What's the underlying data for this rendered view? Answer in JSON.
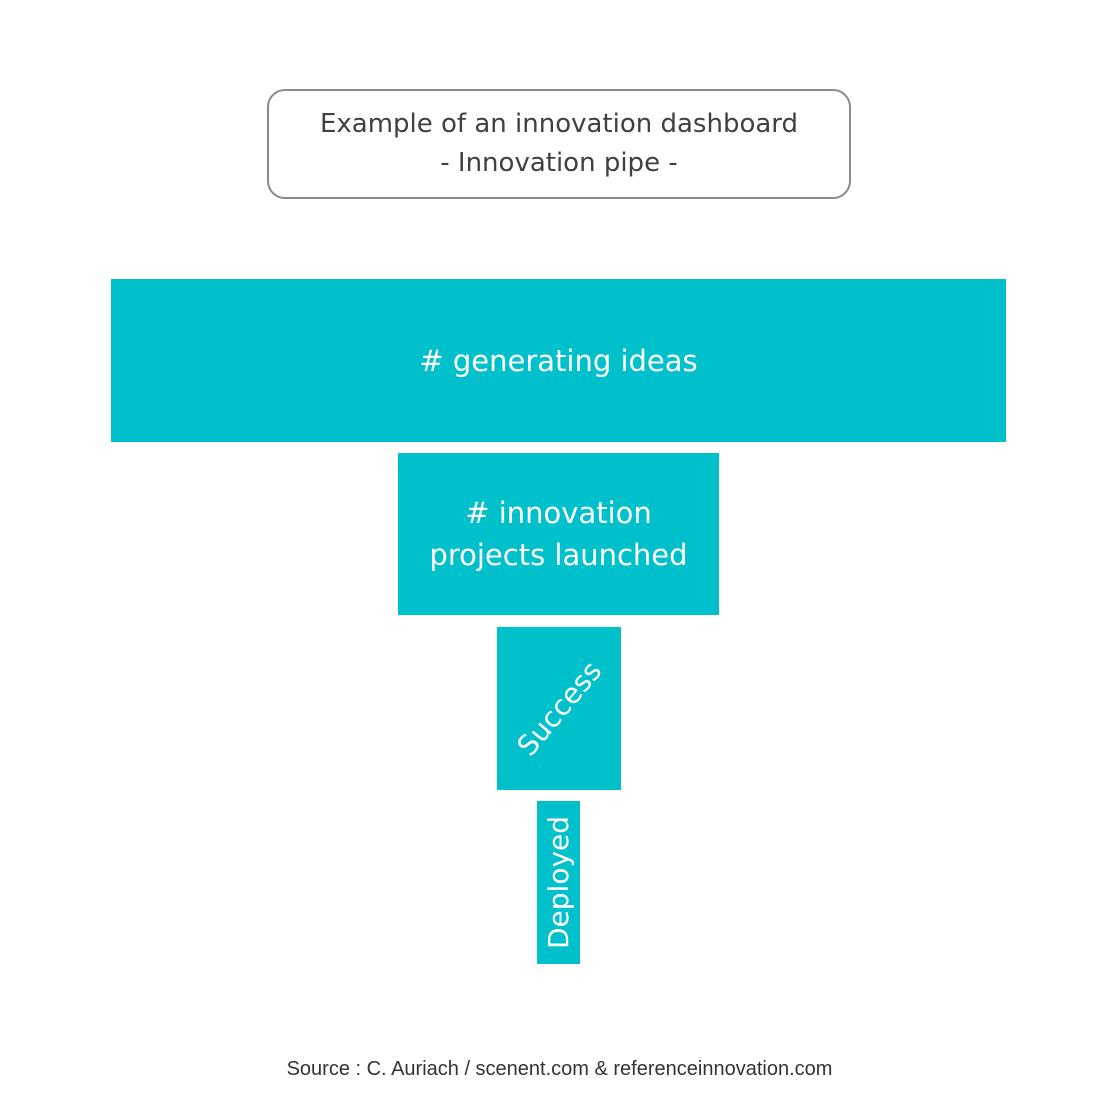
{
  "title": {
    "line1": "Example of an innovation dashboard",
    "line2": "- Innovation pipe -"
  },
  "funnel": {
    "stages": [
      {
        "label_lines": [
          "# generating ideas"
        ]
      },
      {
        "label_lines": [
          "# innovation",
          "projects launched"
        ]
      },
      {
        "label_lines": [
          "Success"
        ]
      },
      {
        "label_lines": [
          "Deployed"
        ]
      }
    ]
  },
  "source": "Source : C. Auriach / scenent.com & referenceinnovation.com",
  "colors": {
    "stage_fill": "#00C0CC",
    "text_on_stage": "#FFFFFF",
    "title_border": "#8A8A8A"
  }
}
